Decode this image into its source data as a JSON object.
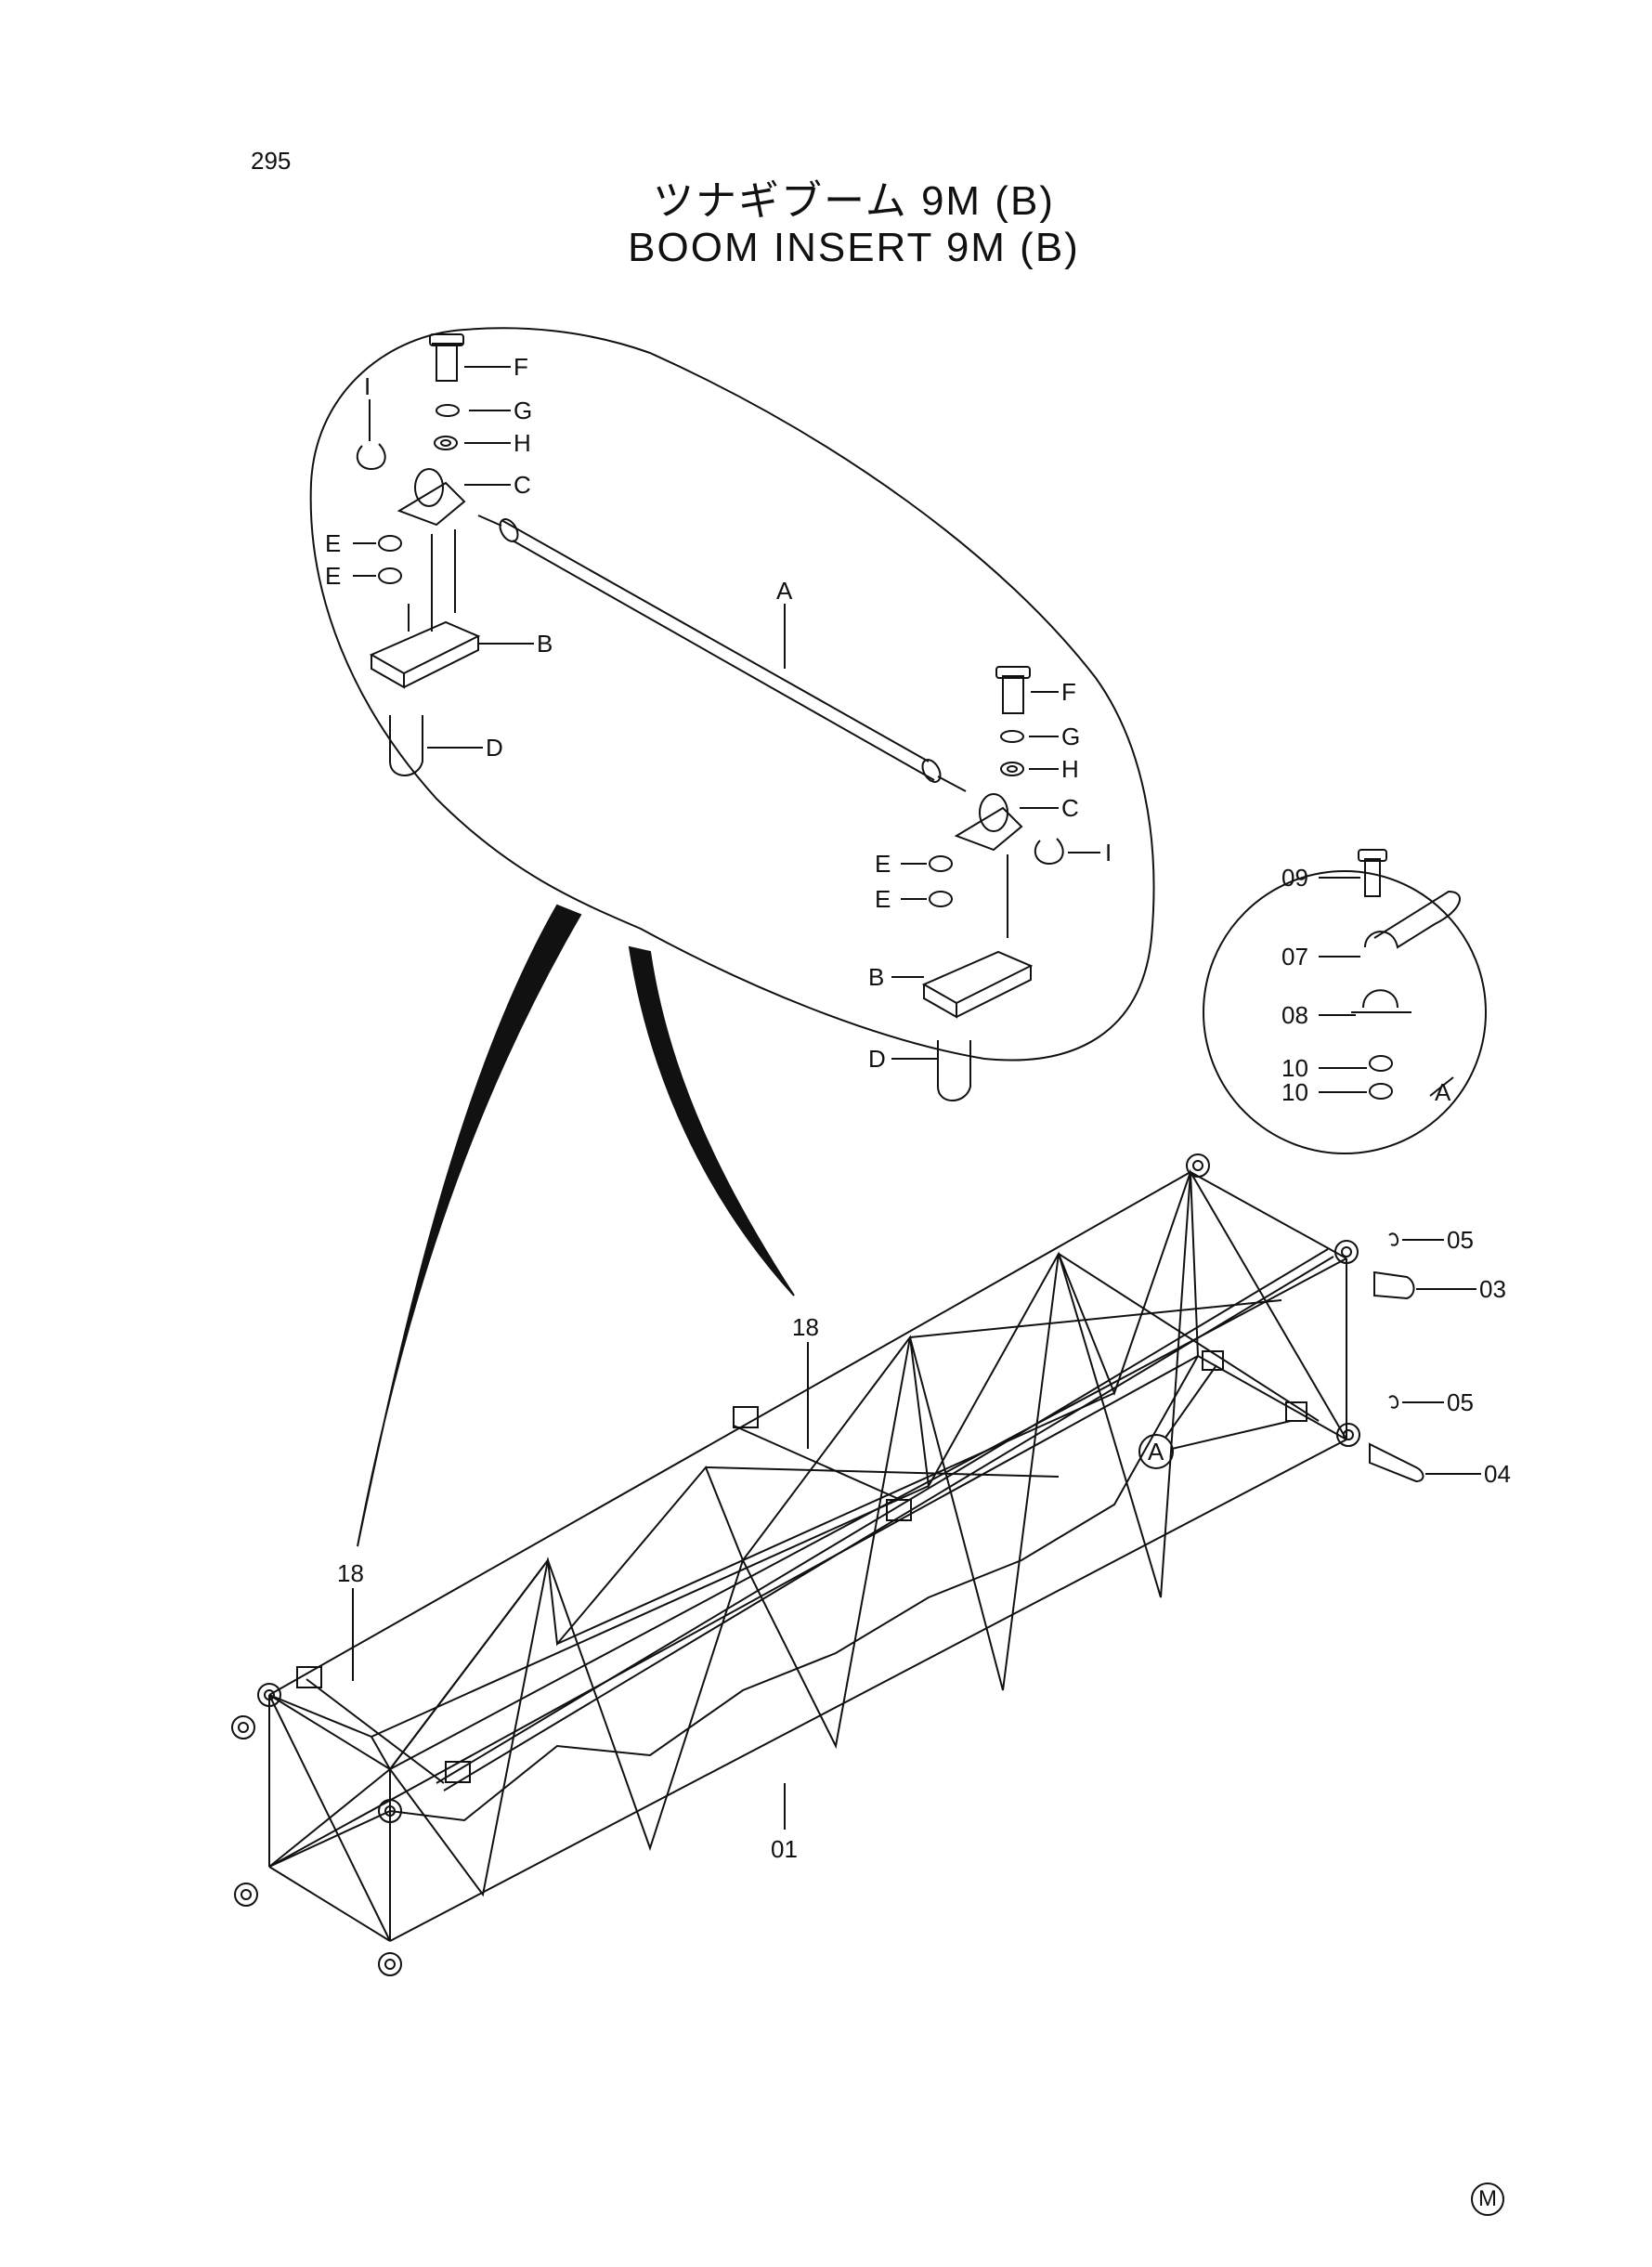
{
  "page_number": "295",
  "title_ja": "ツナギブーム 9M (B)",
  "title_en": "BOOM INSERT 9M (B)",
  "mark": "M",
  "detail_upper_labels": {
    "F1": "F",
    "G1": "G",
    "H1": "H",
    "I1": "I",
    "C1": "C",
    "E1": "E",
    "E2": "E",
    "B1": "B",
    "D1": "D",
    "A": "A",
    "F2": "F",
    "G2": "G",
    "H2": "H",
    "C2": "C",
    "I2": "I",
    "E3": "E",
    "E4": "E",
    "B2": "B",
    "D2": "D"
  },
  "detail_circle_labels": {
    "p09": "09",
    "p07": "07",
    "p08": "08",
    "p10a": "10",
    "p10b": "10",
    "callout": "A"
  },
  "main_labels": {
    "p05a": "05",
    "p03": "03",
    "p05b": "05",
    "p04": "04",
    "p18a": "18",
    "p18b": "18",
    "p01": "01",
    "callout": "A"
  }
}
